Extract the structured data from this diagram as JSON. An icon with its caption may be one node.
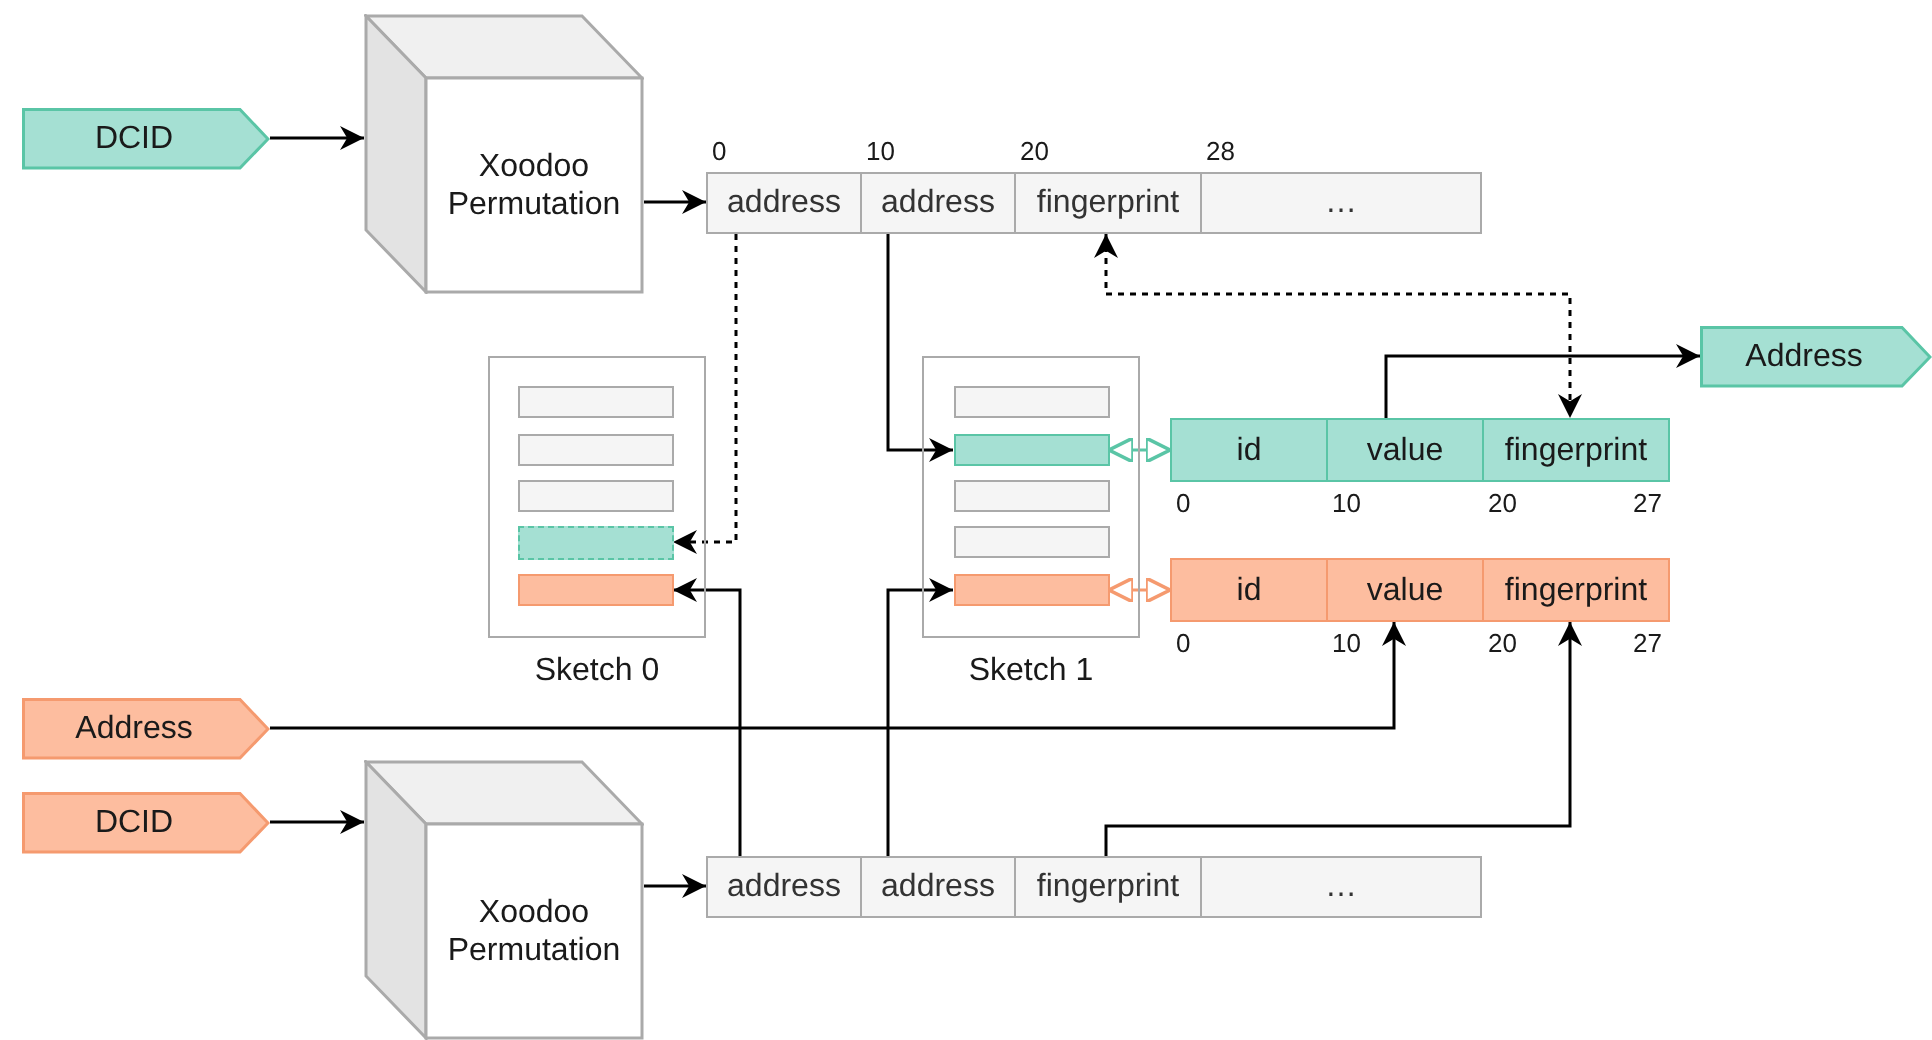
{
  "diagram": {
    "nodes": [
      {
        "text": [
          "DCID"
        ]
      },
      {
        "text": [
          "Xoodoo Permutation"
        ]
      },
      {
        "text": [
          "address"
        ],
        "beside": [
          "0"
        ]
      },
      {
        "text": [
          "address"
        ],
        "beside": [
          "10"
        ]
      },
      {
        "text": [
          "fingerprint"
        ],
        "beside": [
          "20"
        ]
      },
      {
        "text": [
          "…"
        ],
        "beside": [
          "28"
        ]
      },
      {
        "text": [
          "Sketch 0"
        ]
      },
      {
        "text": [],
        "shape": "box",
        "in": 6
      },
      {
        "text": [],
        "shape": "box",
        "in": 6
      },
      {
        "text": [],
        "shape": "box",
        "in": 6
      },
      {
        "text": [],
        "shape": "box",
        "in": 6
      },
      {
        "text": [],
        "shape": "box",
        "in": 6
      },
      {
        "text": [
          "Sketch 1"
        ]
      },
      {
        "text": [],
        "shape": "box",
        "in": 12
      },
      {
        "text": [],
        "shape": "box",
        "in": 12
      },
      {
        "text": [],
        "shape": "box",
        "in": 12
      },
      {
        "text": [],
        "shape": "box",
        "in": 12
      },
      {
        "text": [],
        "shape": "box",
        "in": 12
      },
      {
        "text": [
          "id"
        ],
        "beside": [
          "0"
        ]
      },
      {
        "text": [
          "value"
        ],
        "beside": [
          "10"
        ]
      },
      {
        "text": [
          "fingerprint"
        ],
        "beside": [
          "20",
          "27"
        ]
      },
      {
        "text": [
          "Address"
        ]
      },
      {
        "text": [
          "id"
        ],
        "beside": [
          "0"
        ]
      },
      {
        "text": [
          "value"
        ],
        "beside": [
          "10"
        ]
      },
      {
        "text": [
          "fingerprint"
        ],
        "beside": [
          "20",
          "27"
        ]
      },
      {
        "text": [
          "Address"
        ]
      },
      {
        "text": [
          "DCID"
        ]
      },
      {
        "text": [
          "Xoodoo Permutation"
        ]
      },
      {
        "text": [
          "address"
        ]
      },
      {
        "text": [
          "address"
        ]
      },
      {
        "text": [
          "fingerprint"
        ]
      },
      {
        "text": [
          "…"
        ]
      }
    ],
    "edges": [
      {
        "from": 0,
        "to": 1,
        "arrow": "to"
      },
      {
        "from": 1,
        "to": 2,
        "arrow": "to"
      },
      {
        "from": 2,
        "to": 10,
        "arrow": "to",
        "style": "dashed"
      },
      {
        "from": 3,
        "to": 14,
        "arrow": "to"
      },
      {
        "from": 14,
        "to": 18,
        "arrow": "both",
        "color": "#5ac5a6"
      },
      {
        "from": 4,
        "to": 20,
        "arrow": "both",
        "style": "dashed"
      },
      {
        "from": 19,
        "to": 21,
        "arrow": "to"
      },
      {
        "from": 17,
        "to": 22,
        "arrow": "both",
        "color": "#f59a6f"
      },
      {
        "from": 25,
        "to": 23,
        "arrow": "to"
      },
      {
        "from": 26,
        "to": 27,
        "arrow": "to"
      },
      {
        "from": 27,
        "to": 28,
        "arrow": "to"
      },
      {
        "from": 28,
        "to": 11,
        "arrow": "to"
      },
      {
        "from": 29,
        "to": 17,
        "arrow": "to"
      },
      {
        "from": 30,
        "to": 24,
        "arrow": "to"
      }
    ]
  }
}
